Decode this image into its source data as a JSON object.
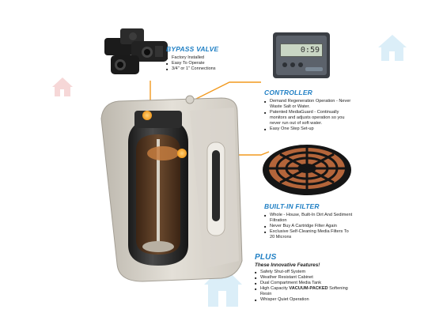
{
  "bypass_valve": {
    "title": "BYPASS VALVE",
    "items": [
      "Factory Installed",
      "Easy To Operate",
      "3/4\" or 1\" Connections"
    ]
  },
  "controller": {
    "title": "CONTROLLER",
    "items": [
      "Demand Regeneration Operation - Never Waste Salt or Water.",
      "Patented MediaGuard - Continually monitors and adjusts operation so you never run out of soft water.",
      "Easy One Step Set-up"
    ],
    "display": "0:59"
  },
  "filter": {
    "title": "BUILT-IN FILTER",
    "items": [
      "Whole - House, Built-In Dirt And Sediment Filtration",
      "Never Buy A Cartridge Filter Again",
      "Exclusive Self-Cleaning Media Filters To 20 Microns"
    ]
  },
  "plus": {
    "title": "PLUS",
    "subtitle": "These Innovative Features!",
    "items": [
      "Safety Shut-off System",
      "Weather Resistant Cabinet",
      "Dual Compartment Media Tank"
    ],
    "resin_prefix": "High Capacity ",
    "resin_highlight": "VACUUM-PACKED",
    "resin_suffix": " Softening Resin",
    "last_item": "Whisper Quiet Operation"
  },
  "colors": {
    "accent_blue": "#1f7fc4",
    "line_orange": "#f29a1f",
    "watermark_blue": "#bfe1f3",
    "watermark_red": "#f0b8b8"
  }
}
